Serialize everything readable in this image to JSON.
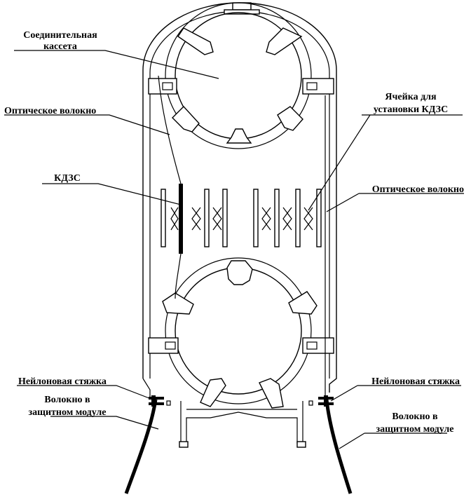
{
  "labels": {
    "splice_cassette_l1": "Соединительная",
    "splice_cassette_l2": "кассета",
    "optical_fiber_left": "Оптическое волокно",
    "kdzs_cell_l1": "Ячейка для",
    "kdzs_cell_l2": "установки КДЗС",
    "kdzs": "КДЗС",
    "optical_fiber_right": "Оптическое волокно",
    "nylon_tie_left": "Нейлоновая стяжка",
    "nylon_tie_right": "Нейлоновая стяжка",
    "fiber_module_left_l1": "Волокно в",
    "fiber_module_left_l2": "защитном модуле",
    "fiber_module_right_l1": "Волокно в",
    "fiber_module_right_l2": "защитном модуле"
  },
  "colors": {
    "line": "#000000",
    "background": "#ffffff"
  }
}
